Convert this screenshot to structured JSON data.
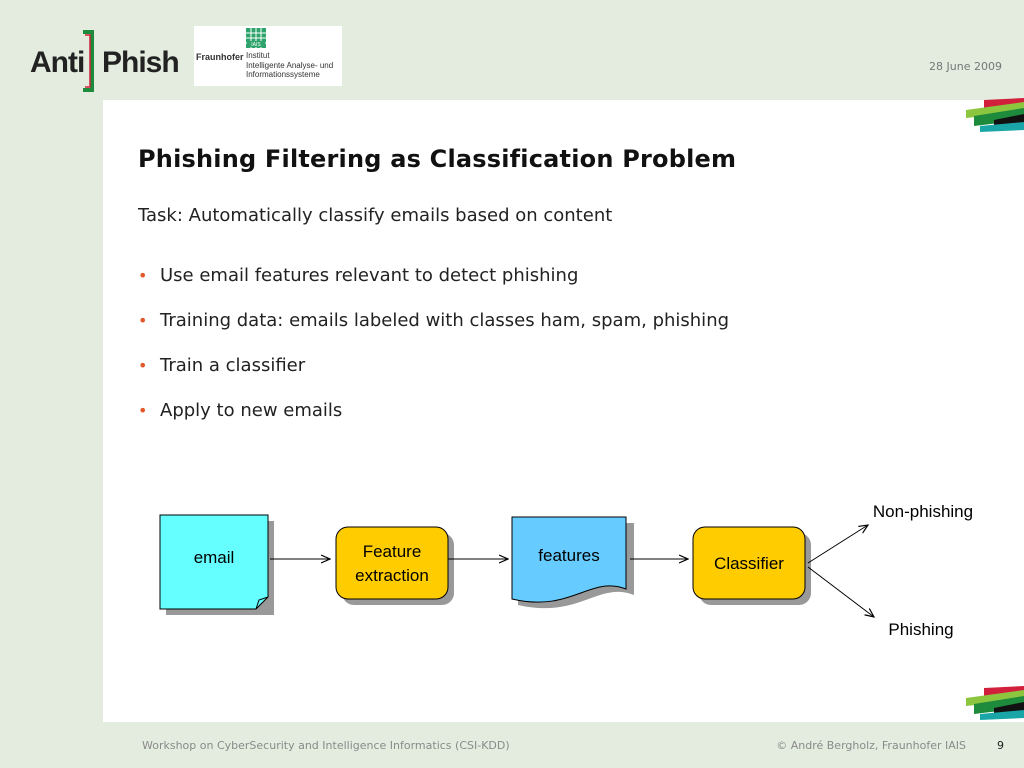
{
  "header": {
    "logo_left": "Anti",
    "logo_right": "Phish",
    "fraunhofer": {
      "brand": "Fraunhofer",
      "badge": "IAIS",
      "institute_lines": "Institut\nIntelligente Analyse- und\nInformationssysteme"
    },
    "date": "28 June 2009"
  },
  "slide": {
    "title": "Phishing Filtering as Classification Problem",
    "subtitle": "Task: Automatically classify emails based on content",
    "bullets": [
      "Use email features relevant to detect phishing",
      "Training data: emails labeled with classes ham, spam, phishing",
      "Train a classifier",
      "Apply to new emails"
    ]
  },
  "diagram": {
    "email": "email",
    "feature_line1": "Feature",
    "feature_line2": "extraction",
    "features": "features",
    "classifier": "Classifier",
    "non_phishing": "Non-phishing",
    "phishing": "Phishing",
    "colors": {
      "email_fill": "#66ffff",
      "features_fill": "#66ccff",
      "process_fill": "#ffcc00",
      "shadow": "#999999"
    }
  },
  "footer": {
    "left": "Workshop on CyberSecurity and Intelligence Informatics (CSI-KDD)",
    "right": "© André Bergholz, Fraunhofer IAIS",
    "page": "9"
  },
  "theme": {
    "background": "#e3ecdf",
    "bullet_color": "#e2582a",
    "stripe_red": "#d1203b",
    "stripe_green": "#8cc63f",
    "stripe_dark_green": "#1e8a3c",
    "stripe_teal": "#1aa6a6",
    "stripe_black": "#111111"
  }
}
